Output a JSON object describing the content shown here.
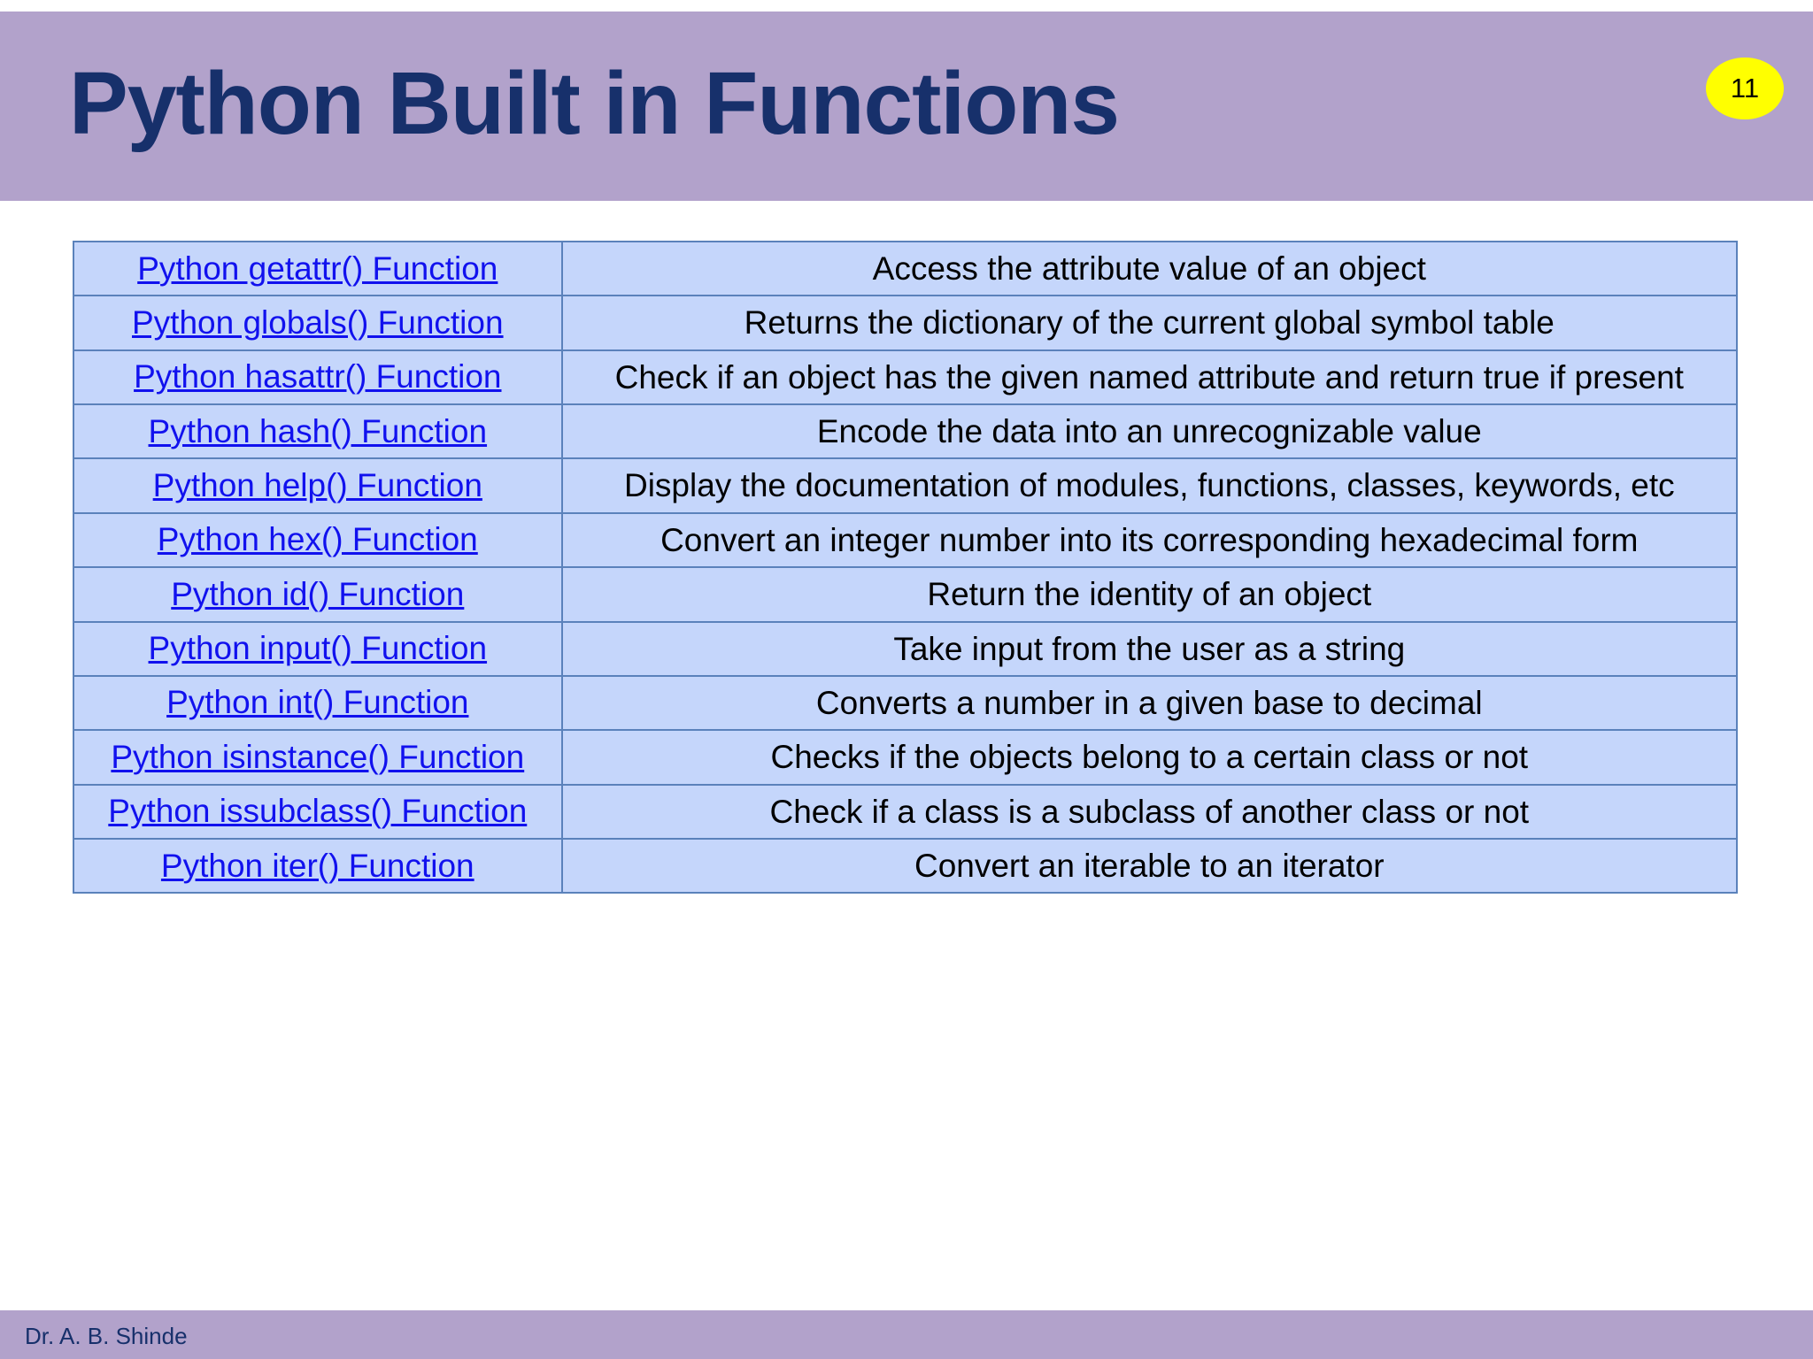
{
  "header": {
    "title": "Python Built in Functions",
    "page_number": "11",
    "bar_color": "#b2a2cb",
    "title_color": "#17306b",
    "badge_color": "#ffff00"
  },
  "table": {
    "cell_bg": "#c5d6fb",
    "border_color": "#5b82bb",
    "link_color": "#1111ee",
    "rows": [
      {
        "name": "Python getattr() Function",
        "description": "Access the attribute value of an object"
      },
      {
        "name": "Python globals() Function",
        "description": "Returns the dictionary of the current global symbol table"
      },
      {
        "name": "Python hasattr() Function",
        "description": "Check if an object has the given named attribute and return true if present"
      },
      {
        "name": "Python hash() Function",
        "description": "Encode the data into an unrecognizable value"
      },
      {
        "name": "Python help() Function",
        "description": "Display the documentation of modules, functions, classes, keywords, etc"
      },
      {
        "name": "Python hex() Function",
        "description": "Convert an integer number into its corresponding hexadecimal form"
      },
      {
        "name": "Python id() Function",
        "description": "Return the identity of an object"
      },
      {
        "name": "Python input() Function",
        "description": "Take input from the user as a string"
      },
      {
        "name": "Python int() Function",
        "description": "Converts a number in a given base to decimal"
      },
      {
        "name": "Python isinstance() Function",
        "description": "Checks if the objects belong to a certain class or not"
      },
      {
        "name": "Python issubclass() Function",
        "description": "Check if a class is a subclass of another class or not"
      },
      {
        "name": "Python iter() Function",
        "description": "Convert an iterable to an iterator"
      }
    ]
  },
  "footer": {
    "author": "Dr. A. B. Shinde"
  }
}
